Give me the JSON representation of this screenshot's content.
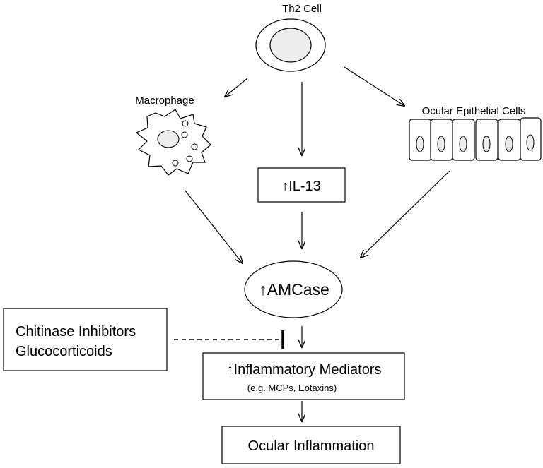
{
  "nodes": {
    "th2_cell": {
      "label": "Th2 Cell"
    },
    "macrophage": {
      "label": "Macrophage"
    },
    "ocular_epithelial": {
      "label": "Ocular Epithelial Cells"
    },
    "il13": {
      "label": "↑IL-13"
    },
    "amcase": {
      "label": "↑AMCase"
    },
    "inhibitors": {
      "line1": "Chitinase Inhibitors",
      "line2": "Glucocorticoids"
    },
    "mediators": {
      "label": "↑Inflammatory Mediators",
      "sublabel": "(e.g. MCPs, Eotaxins)"
    },
    "inflammation": {
      "label": "Ocular Inflammation"
    }
  },
  "edges": [
    {
      "from": "th2_cell",
      "to": "macrophage",
      "type": "arrow"
    },
    {
      "from": "th2_cell",
      "to": "il13",
      "type": "arrow"
    },
    {
      "from": "th2_cell",
      "to": "ocular_epithelial",
      "type": "arrow"
    },
    {
      "from": "macrophage",
      "to": "amcase",
      "type": "arrow"
    },
    {
      "from": "il13",
      "to": "amcase",
      "type": "arrow"
    },
    {
      "from": "ocular_epithelial",
      "to": "amcase",
      "type": "arrow"
    },
    {
      "from": "amcase",
      "to": "mediators",
      "type": "arrow"
    },
    {
      "from": "inhibitors",
      "to": "amcase",
      "type": "inhibition-dashed"
    },
    {
      "from": "mediators",
      "to": "inflammation",
      "type": "arrow"
    }
  ],
  "colors": {
    "stroke": "#000000",
    "cell_fill": "#ffffff",
    "nucleus_fill": "#ededed"
  }
}
